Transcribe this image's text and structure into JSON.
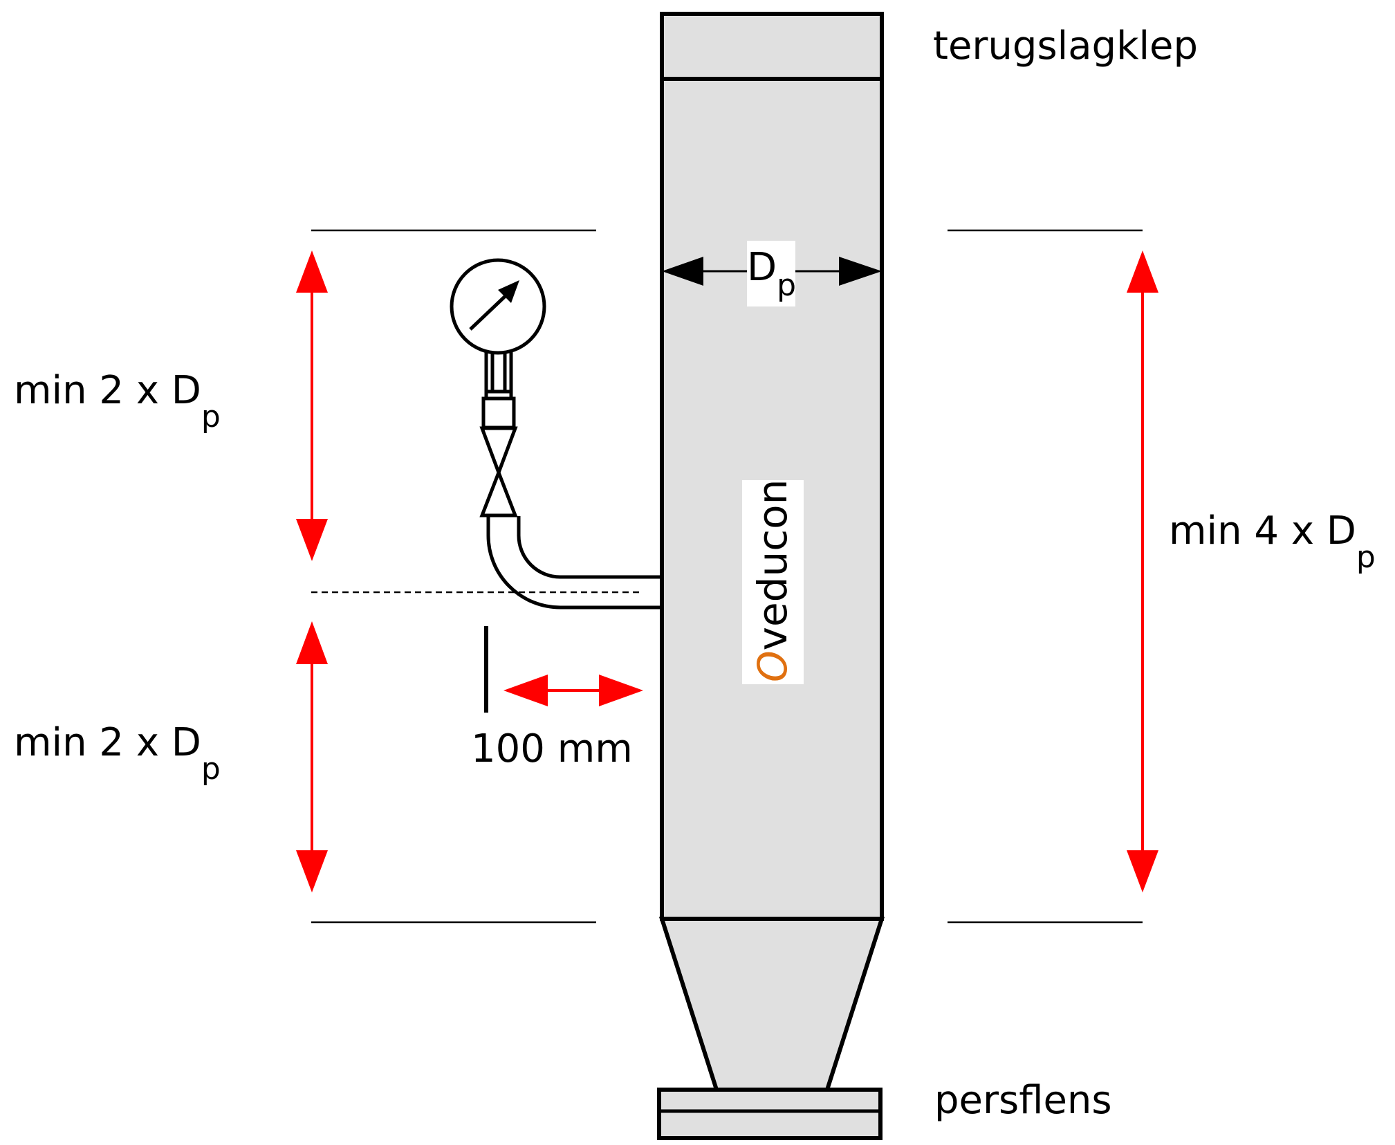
{
  "labels": {
    "top": "terugslagklep",
    "bottom": "persflens",
    "dim_left_upper": {
      "main": "min 2 x D",
      "sub": "p"
    },
    "dim_left_lower": {
      "main": "min 2 x D",
      "sub": "p"
    },
    "dim_right": {
      "main": "min 4 x D",
      "sub": "p"
    },
    "dim_diameter": {
      "main": "D",
      "sub": "p"
    },
    "dim_offset": "100 mm"
  },
  "logo": {
    "initial": "O",
    "rest": "veducon"
  },
  "colors": {
    "pipe_fill": "#e0e0e0",
    "outline": "#000000",
    "dimension_arrow": "#ff0000",
    "logo_accent": "#e07010"
  }
}
